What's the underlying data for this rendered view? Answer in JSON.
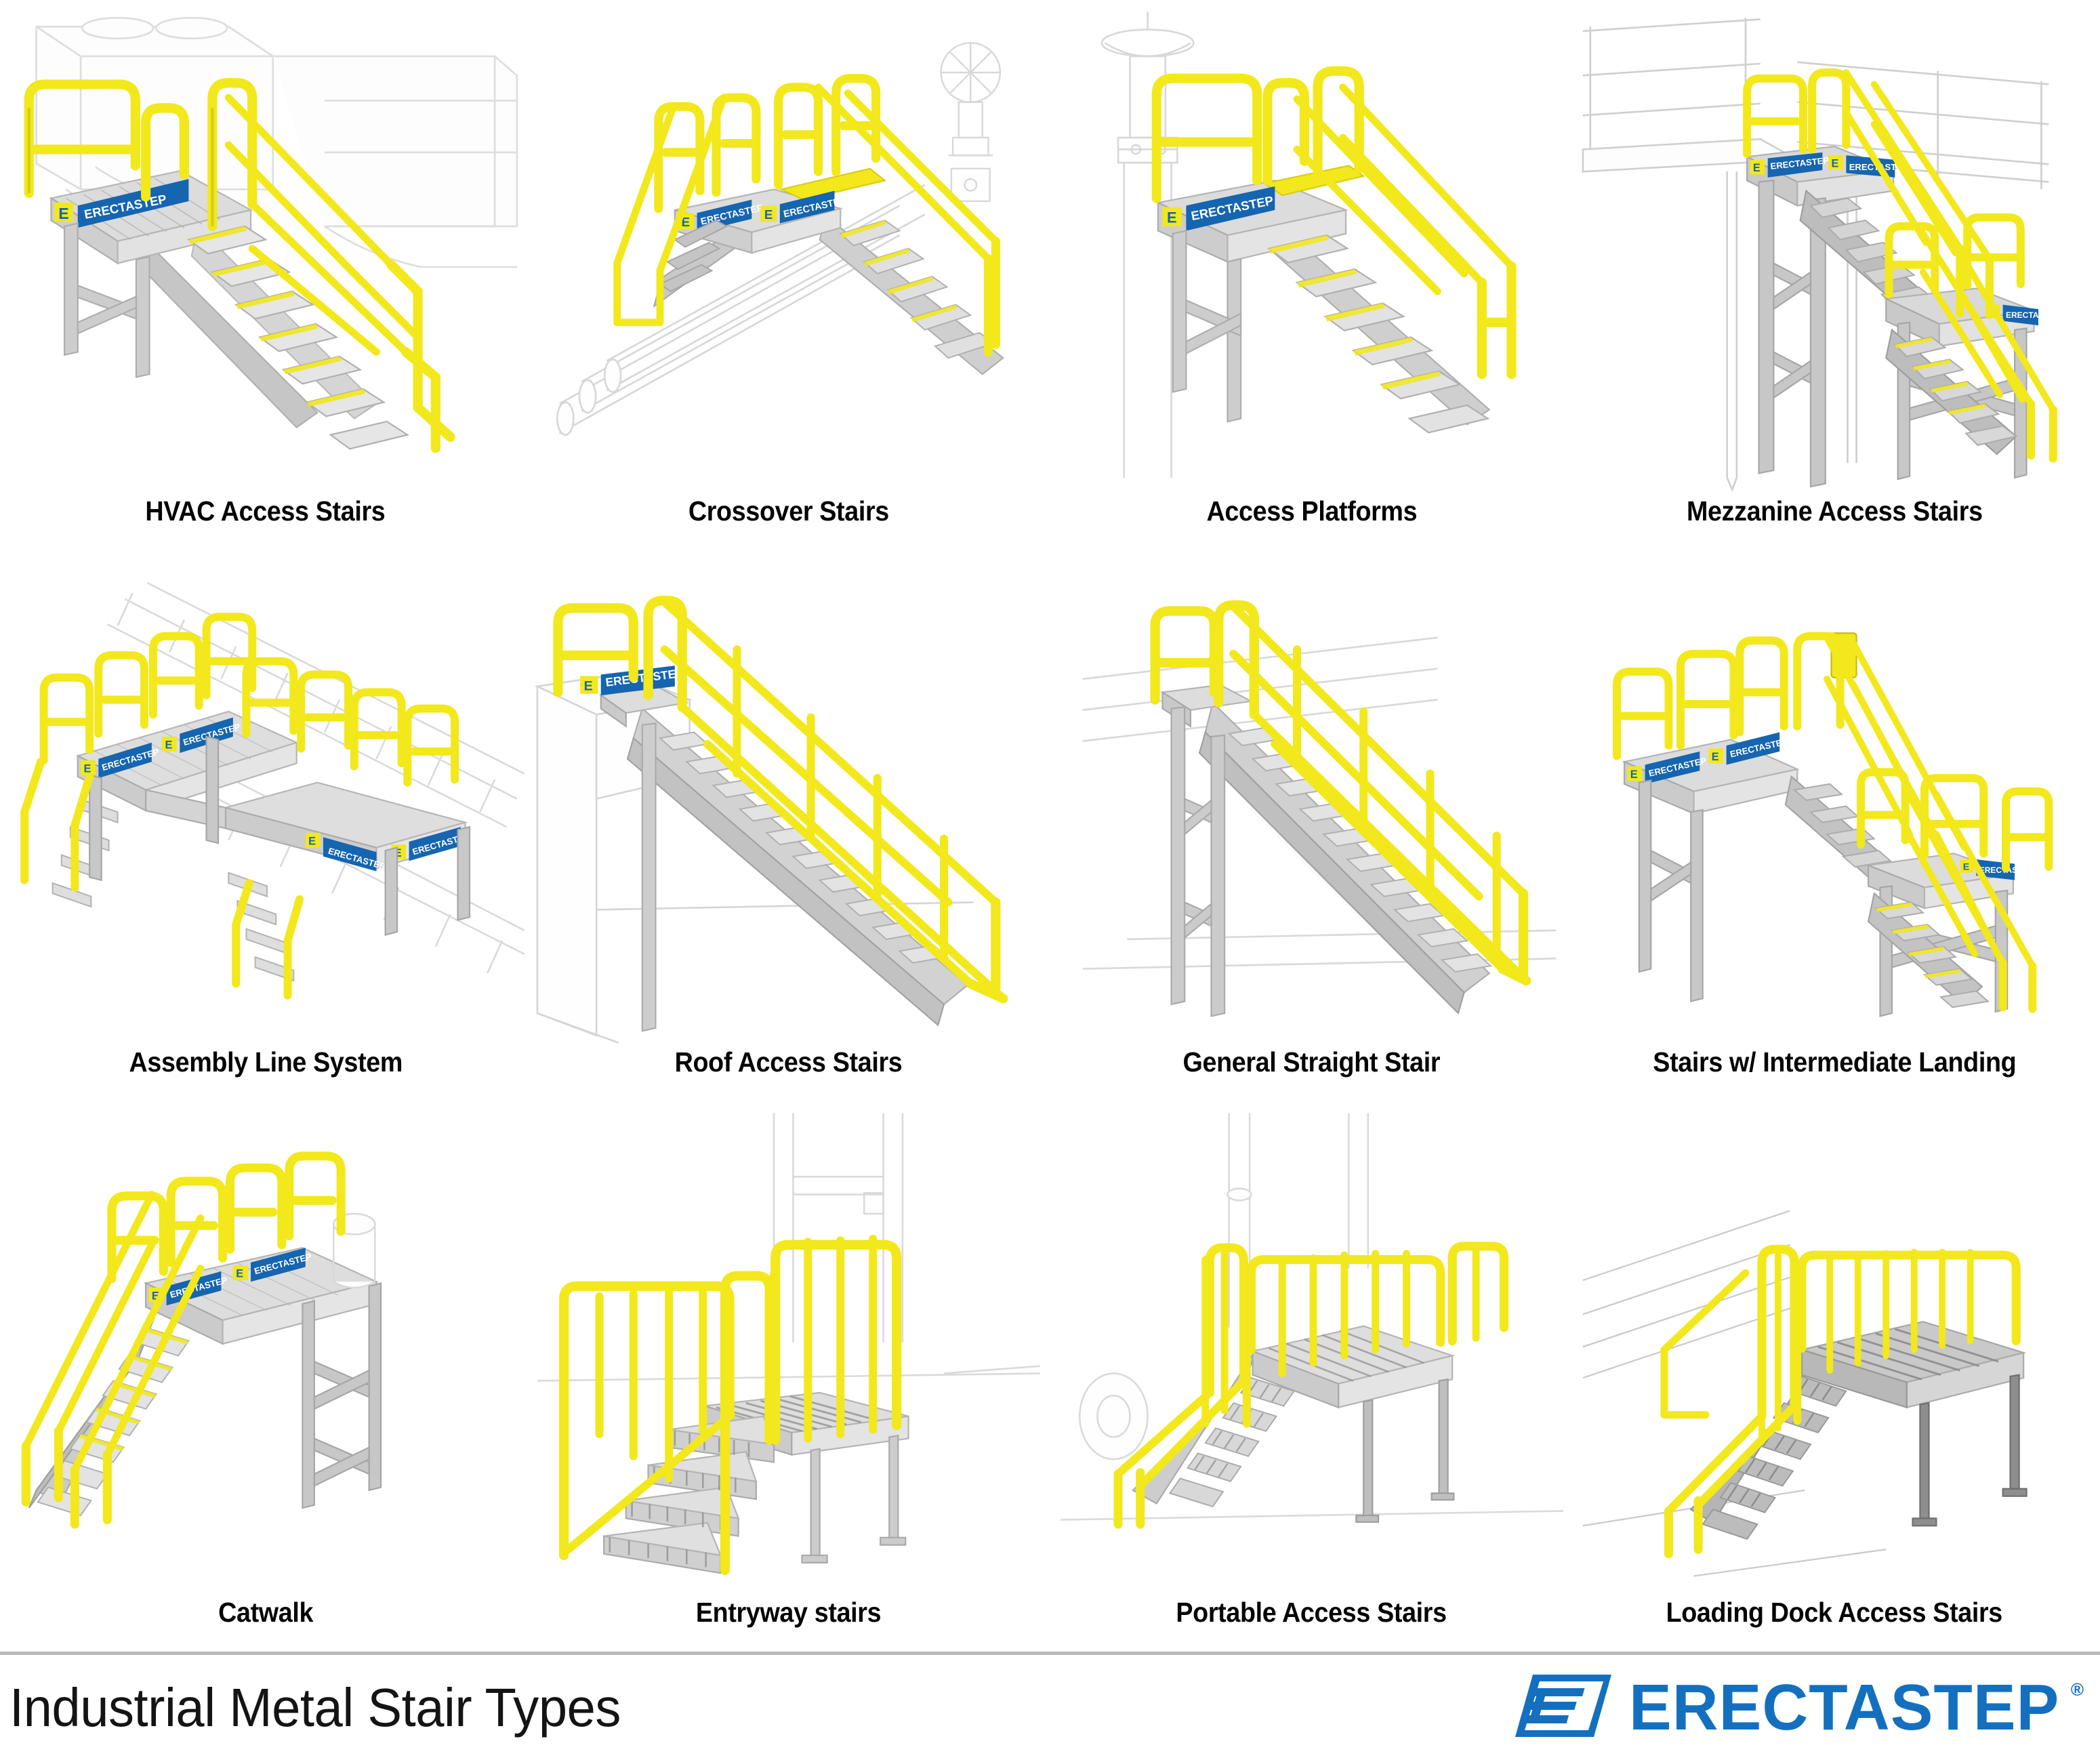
{
  "footer": {
    "title": "Industrial Metal Stair Types",
    "brand_name": "ERECTASTEP",
    "brand_registered": "®",
    "brand_color": "#1470BE",
    "divider_color": "#b9b9b9"
  },
  "palette": {
    "safety_yellow": "#F2E81C",
    "yellow_shade": "#D8CE10",
    "yellow_light": "#FBF56B",
    "steel_light": "#E2E2E2",
    "steel_mid": "#C9C9C9",
    "steel_dark": "#A8A8A8",
    "grate_dark": "#8E8E8E",
    "ghost_line": "#D6D6D6",
    "plate_blue": "#1565B0",
    "plate_text": "#FFFFFF",
    "caption_color": "#050505",
    "background": "#FFFFFF"
  },
  "nameplate": {
    "logo_letter": "E",
    "text": "ERECTASTEP"
  },
  "grid": {
    "columns": 4,
    "rows": 3,
    "items": [
      {
        "id": "hvac-access-stairs",
        "label": "HVAC Access Stairs",
        "art": "hvac"
      },
      {
        "id": "crossover-stairs",
        "label": "Crossover Stairs",
        "art": "crossover"
      },
      {
        "id": "access-platforms",
        "label": "Access Platforms",
        "art": "platform"
      },
      {
        "id": "mezzanine-access-stairs",
        "label": "Mezzanine Access Stairs",
        "art": "mezzanine"
      },
      {
        "id": "assembly-line-system",
        "label": "Assembly Line System",
        "art": "assembly"
      },
      {
        "id": "roof-access-stairs",
        "label": "Roof Access Stairs",
        "art": "roof"
      },
      {
        "id": "general-straight-stair",
        "label": "General Straight Stair",
        "art": "straight"
      },
      {
        "id": "stairs-w-intermediate-landing",
        "label": "Stairs w/ Intermediate Landing",
        "art": "landing"
      },
      {
        "id": "catwalk",
        "label": "Catwalk",
        "art": "catwalk"
      },
      {
        "id": "entryway-stairs",
        "label": "Entryway stairs",
        "art": "entryway"
      },
      {
        "id": "portable-access-stairs",
        "label": "Portable Access Stairs",
        "art": "portable"
      },
      {
        "id": "loading-dock-access-stairs",
        "label": "Loading Dock Access Stairs",
        "art": "dock"
      }
    ]
  }
}
